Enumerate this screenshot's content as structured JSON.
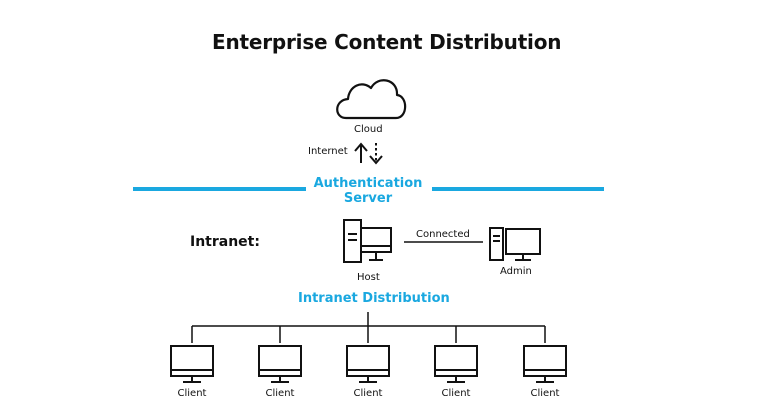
{
  "title": "Enterprise Content Distribution",
  "cloud": {
    "label": "Cloud",
    "icon": "cloud-icon"
  },
  "internet": {
    "label": "Internet",
    "icon": "up-down-arrows-icon"
  },
  "auth_server": {
    "line1": "Authentication",
    "line2": "Server"
  },
  "intranet": {
    "label": "Intranet:"
  },
  "host": {
    "label": "Host",
    "icon": "server-desktop-icon"
  },
  "connection": {
    "label": "Connected"
  },
  "admin": {
    "label": "Admin",
    "icon": "desktop-computer-icon"
  },
  "distribution": {
    "label": "Intranet Distribution"
  },
  "clients": [
    {
      "label": "Client"
    },
    {
      "label": "Client"
    },
    {
      "label": "Client"
    },
    {
      "label": "Client"
    },
    {
      "label": "Client"
    }
  ],
  "colors": {
    "accent": "#1aa8e0",
    "ink": "#111111"
  }
}
